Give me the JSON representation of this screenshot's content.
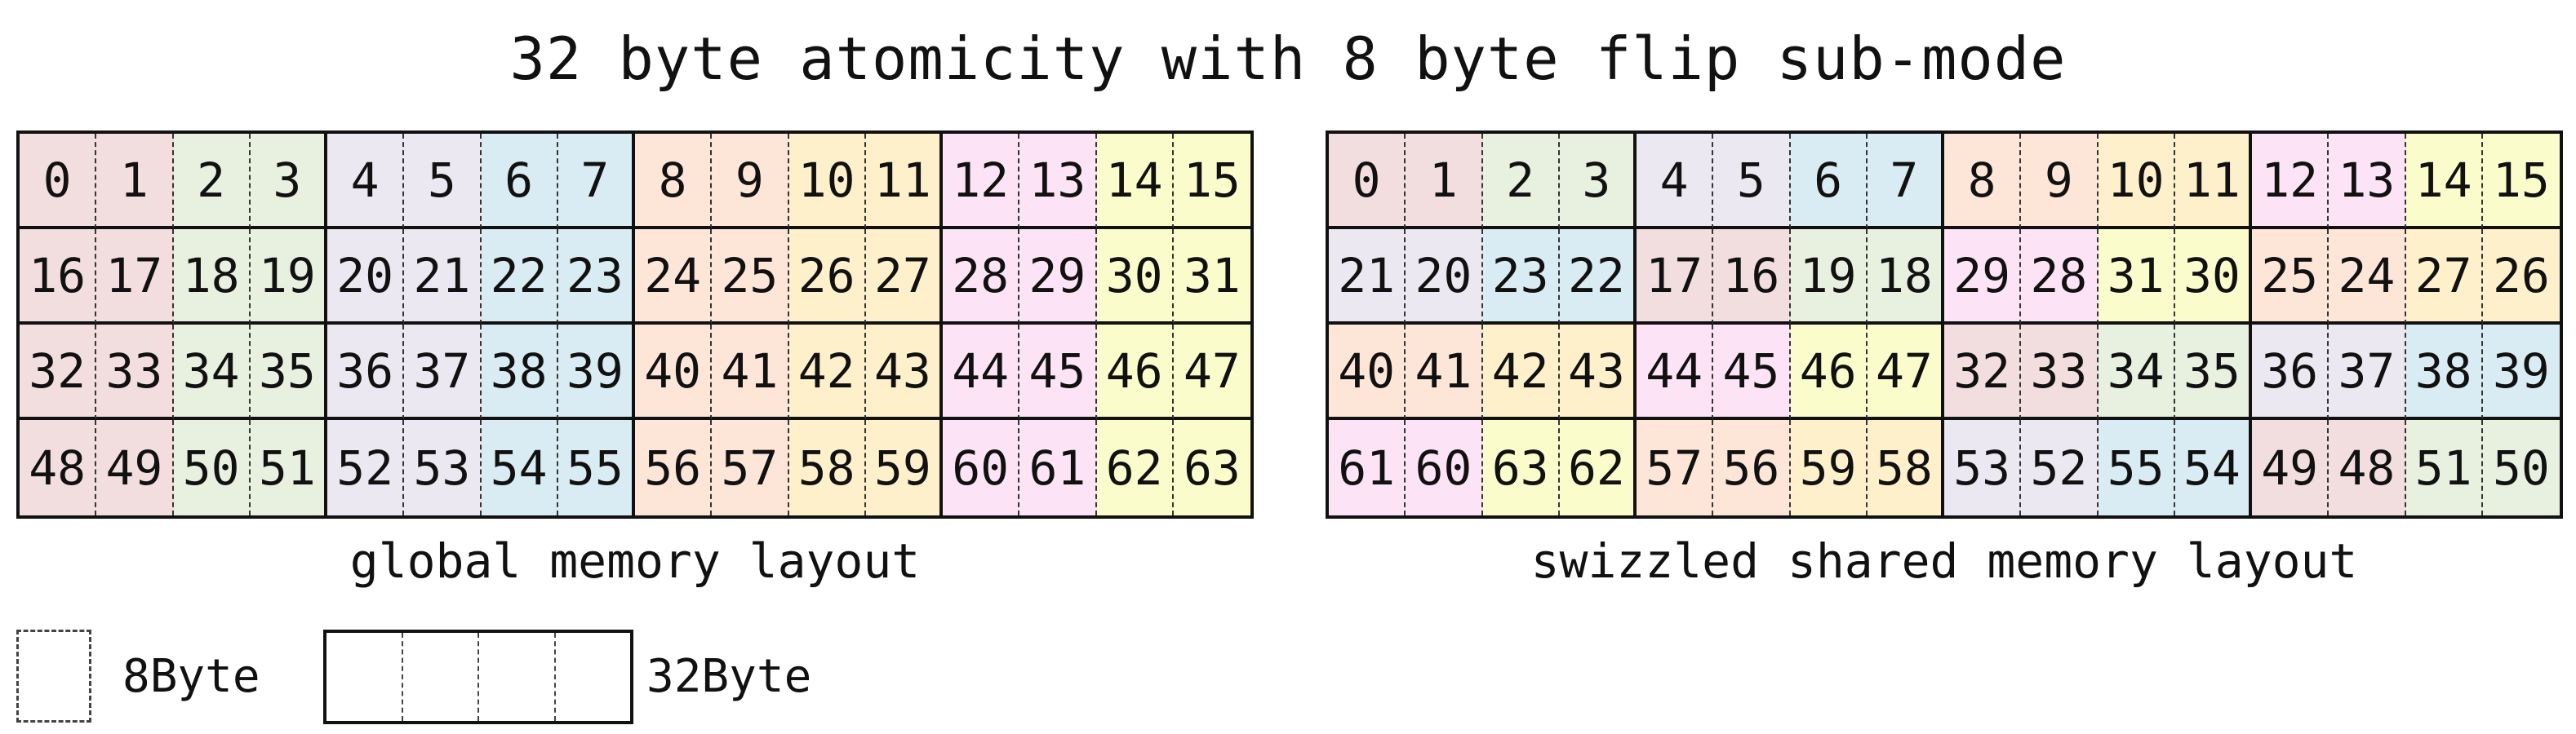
{
  "title": "32 byte atomicity with 8 byte flip sub-mode",
  "palette": [
    "#f2dede",
    "#e8f0df",
    "#ebe8f1",
    "#d9ecf3",
    "#fde6d8",
    "#fff0cc",
    "#fce3f6",
    "#fbfccc"
  ],
  "global_layout": {
    "caption": "global memory layout",
    "rows": [
      [
        0,
        1,
        2,
        3,
        4,
        5,
        6,
        7,
        8,
        9,
        10,
        11,
        12,
        13,
        14,
        15
      ],
      [
        16,
        17,
        18,
        19,
        20,
        21,
        22,
        23,
        24,
        25,
        26,
        27,
        28,
        29,
        30,
        31
      ],
      [
        32,
        33,
        34,
        35,
        36,
        37,
        38,
        39,
        40,
        41,
        42,
        43,
        44,
        45,
        46,
        47
      ],
      [
        48,
        49,
        50,
        51,
        52,
        53,
        54,
        55,
        56,
        57,
        58,
        59,
        60,
        61,
        62,
        63
      ]
    ]
  },
  "swizzled_layout": {
    "caption": "swizzled shared memory layout",
    "rows": [
      [
        0,
        1,
        2,
        3,
        4,
        5,
        6,
        7,
        8,
        9,
        10,
        11,
        12,
        13,
        14,
        15
      ],
      [
        21,
        20,
        23,
        22,
        17,
        16,
        19,
        18,
        29,
        28,
        31,
        30,
        25,
        24,
        27,
        26
      ],
      [
        40,
        41,
        42,
        43,
        44,
        45,
        46,
        47,
        32,
        33,
        34,
        35,
        36,
        37,
        38,
        39
      ],
      [
        61,
        60,
        63,
        62,
        57,
        56,
        59,
        58,
        53,
        52,
        55,
        54,
        49,
        48,
        51,
        50
      ]
    ]
  },
  "legend": {
    "small_label": "8Byte",
    "large_label": "32Byte"
  }
}
